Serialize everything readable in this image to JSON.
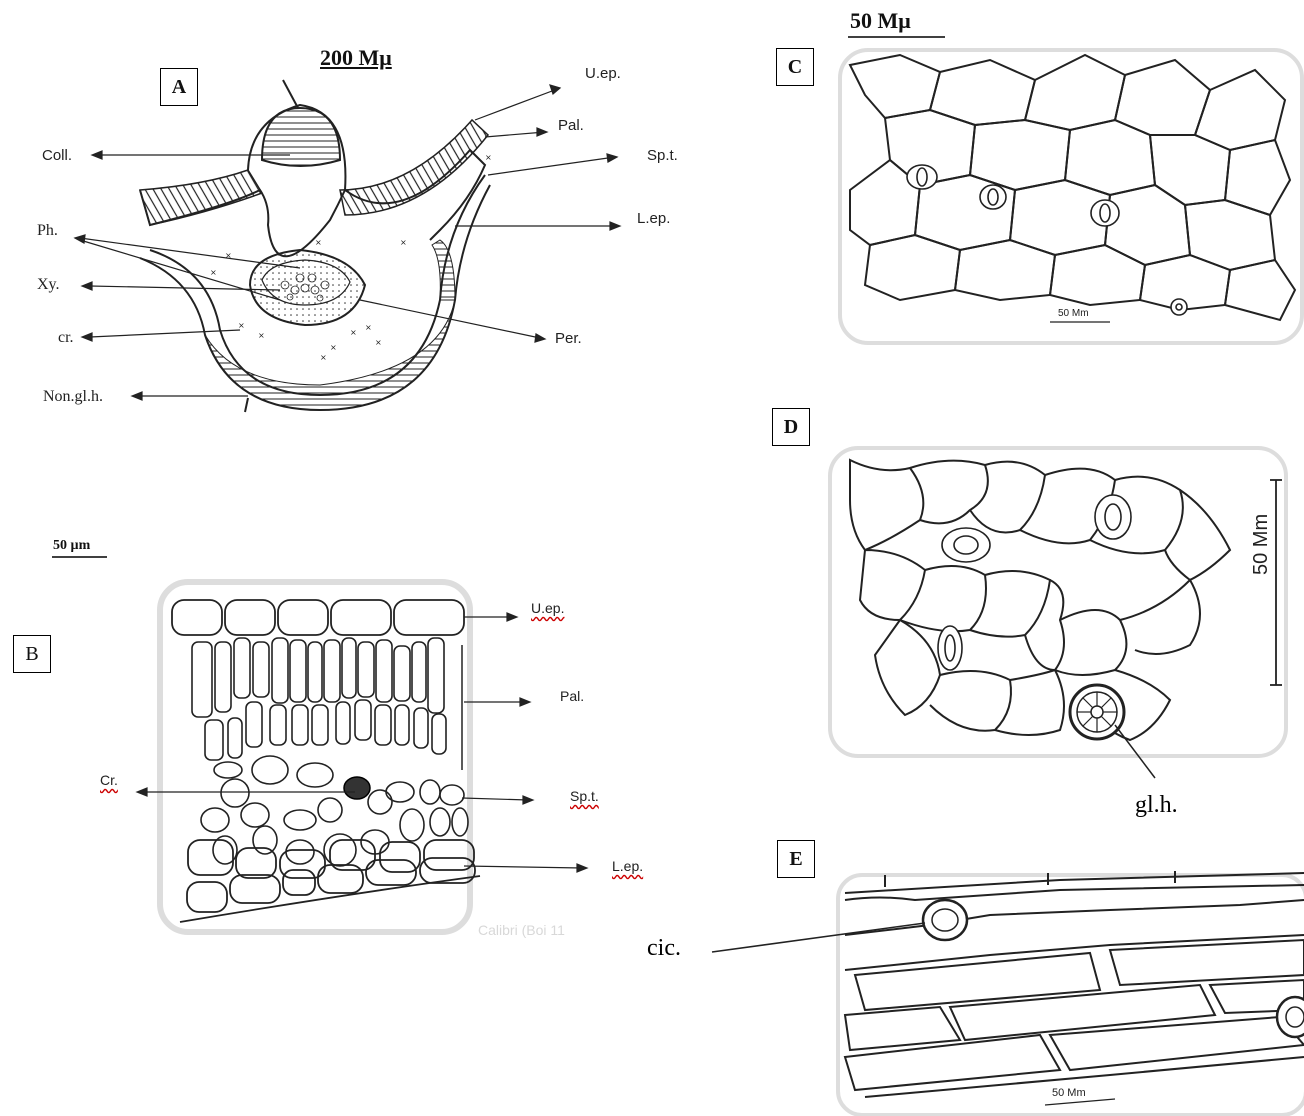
{
  "panel_a": {
    "label": "A",
    "scale": "200 Mμ",
    "labels": {
      "u_ep": "U.ep.",
      "pal": "Pal.",
      "coll": "Coll.",
      "sp_t": "Sp.t.",
      "l_ep": "L.ep.",
      "ph": "Ph.",
      "xy": "Xy.",
      "cr": "cr.",
      "per": "Per.",
      "non_gl_h": "Non.gl.h."
    }
  },
  "panel_b": {
    "label": "B",
    "scale": "50 µm",
    "labels": {
      "u_ep": "U.ep.",
      "pal": "Pal.",
      "cr": "Cr.",
      "sp_t": "Sp.t.",
      "l_ep": "L.ep."
    },
    "watermark": "Calibri (Boi     11"
  },
  "panel_c": {
    "label": "C",
    "scale": "50 Mμ",
    "inner_scale": "50 Mm"
  },
  "panel_d": {
    "label": "D",
    "inner_scale": "50 Mm",
    "labels": {
      "gl_h": "gl.h."
    }
  },
  "panel_e": {
    "label": "E",
    "inner_scale": "50 Mm",
    "labels": {
      "cic": "cic."
    }
  }
}
